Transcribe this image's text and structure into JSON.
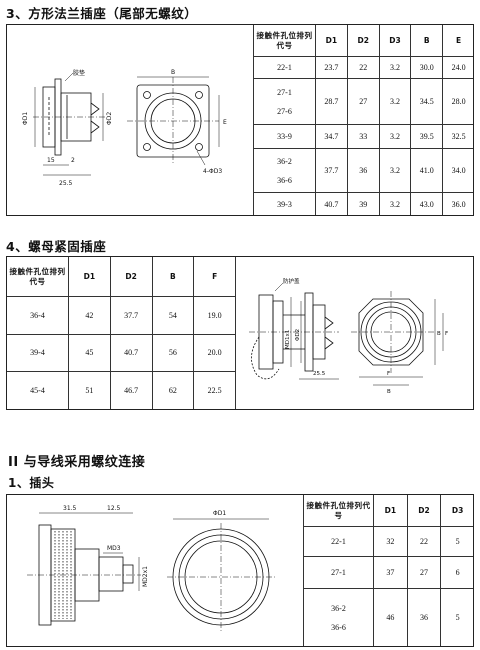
{
  "section3": {
    "title": "3、方形法兰插座（尾部无螺纹）",
    "drawing": {
      "label_gasket": "胶垫",
      "dim_d1": "ΦD1",
      "dim_d2": "ΦD2",
      "dim_15": "15",
      "dim_2": "2",
      "dim_255": "25.5",
      "dim_b": "B",
      "dim_e": "E",
      "dim_hole": "4-ΦD3"
    },
    "table": {
      "headers": [
        "接触件孔位排列代号",
        "D1",
        "D2",
        "D3",
        "B",
        "E"
      ],
      "rows": [
        {
          "codes": [
            "22-1"
          ],
          "values": [
            "23.7",
            "22",
            "3.2",
            "30.0",
            "24.0"
          ]
        },
        {
          "codes": [
            "27-1",
            "27-6"
          ],
          "values": [
            "28.7",
            "27",
            "3.2",
            "34.5",
            "28.0"
          ]
        },
        {
          "codes": [
            "33-9"
          ],
          "values": [
            "34.7",
            "33",
            "3.2",
            "39.5",
            "32.5"
          ]
        },
        {
          "codes": [
            "36-2",
            "36-6"
          ],
          "values": [
            "37.7",
            "36",
            "3.2",
            "41.0",
            "34.0"
          ]
        },
        {
          "codes": [
            "39-3"
          ],
          "values": [
            "40.7",
            "39",
            "3.2",
            "43.0",
            "36.0"
          ]
        }
      ]
    }
  },
  "section4": {
    "title": "4、螺母紧固插座",
    "drawing": {
      "label_cap": "防护盖",
      "dim_md1": "MD1x1",
      "dim_d2": "ΦD2",
      "dim_255": "25.5",
      "dim_f": "F",
      "dim_b": "B",
      "dim_b2": "B",
      "dim_f2": "F"
    },
    "table": {
      "headers": [
        "接触件孔位排列代号",
        "D1",
        "D2",
        "B",
        "F"
      ],
      "rows": [
        {
          "codes": [
            "36-4"
          ],
          "values": [
            "42",
            "37.7",
            "54",
            "19.0"
          ]
        },
        {
          "codes": [
            "39-4"
          ],
          "values": [
            "45",
            "40.7",
            "56",
            "20.0"
          ]
        },
        {
          "codes": [
            "45-4"
          ],
          "values": [
            "51",
            "46.7",
            "62",
            "22.5"
          ]
        }
      ]
    }
  },
  "partII": {
    "title": "II    与导线采用螺纹连接"
  },
  "sub1": {
    "title": "1、插头",
    "drawing": {
      "dim_315": "31.5",
      "dim_125": "12.5",
      "dim_md3": "MD3",
      "dim_md2": "MD2x1",
      "dim_d1": "ΦD1"
    },
    "table": {
      "headers": [
        "接触件孔位排列代号",
        "D1",
        "D2",
        "D3"
      ],
      "rows": [
        {
          "codes": [
            "22-1"
          ],
          "values": [
            "32",
            "22",
            "5"
          ]
        },
        {
          "codes": [
            "27-1"
          ],
          "values": [
            "37",
            "27",
            "6"
          ]
        },
        {
          "codes": [
            "36-2",
            "36-6"
          ],
          "values": [
            "46",
            "36",
            "5"
          ]
        }
      ]
    }
  }
}
